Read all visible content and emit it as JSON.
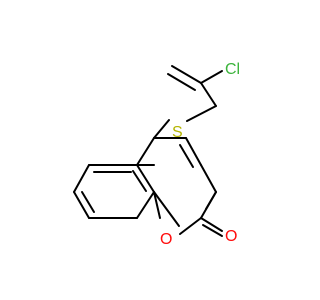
{
  "molecule": {
    "atoms": {
      "chlorine": {
        "label": "Cl",
        "color": "#3cb43c"
      },
      "sulfur": {
        "label": "S",
        "color": "#b4b400"
      },
      "ring_oxygen": {
        "label": "O",
        "color": "#ff0d0d"
      },
      "carbonyl_oxygen": {
        "label": "O",
        "color": "#ff0d0d"
      }
    },
    "bond_color": "#000000"
  }
}
